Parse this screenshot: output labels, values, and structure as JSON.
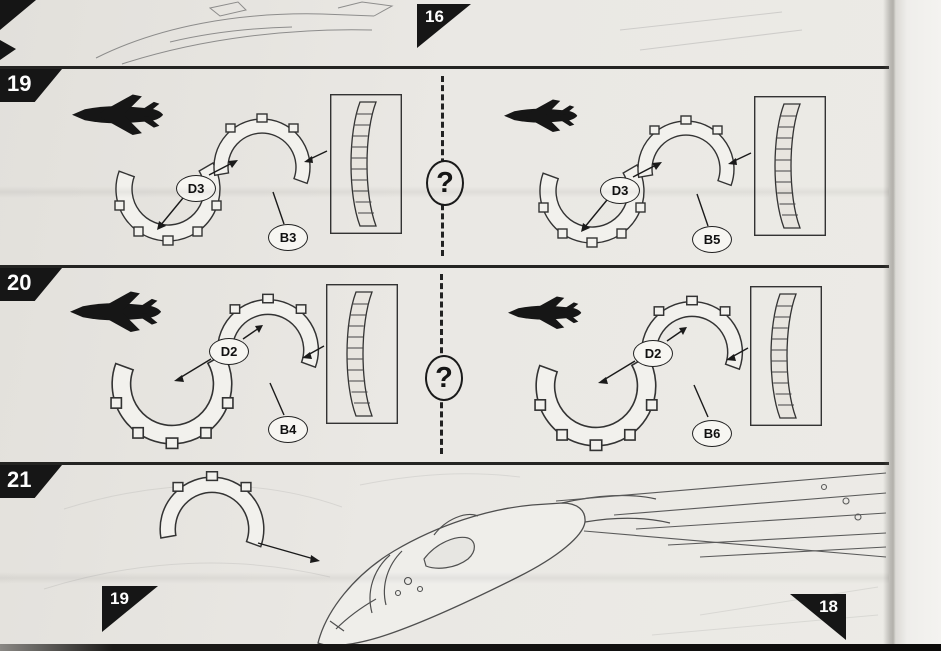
{
  "page": {
    "background": "#e9e7e3",
    "ink": "#1c1c1c",
    "paper_margin": "#f3f2ef"
  },
  "top_strip": {
    "flag_label": "16"
  },
  "sections": [
    {
      "number": "19",
      "question_mark": "?",
      "left": {
        "part_a": "D3",
        "part_b": "B3"
      },
      "right": {
        "part_a": "D3",
        "part_b": "B5"
      }
    },
    {
      "number": "20",
      "question_mark": "?",
      "left": {
        "part_a": "D2",
        "part_b": "B4"
      },
      "right": {
        "part_a": "D2",
        "part_b": "B6"
      }
    }
  ],
  "final_section": {
    "number": "21",
    "flag_left": "19",
    "flag_right": "18"
  }
}
